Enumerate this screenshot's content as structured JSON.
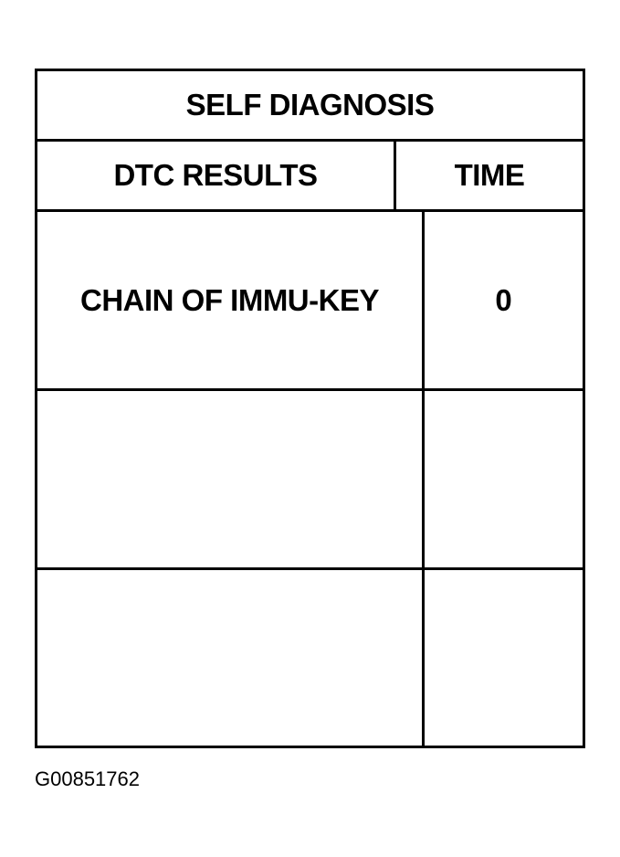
{
  "screen": {
    "title": "SELF DIAGNOSIS",
    "columns": {
      "results": "DTC RESULTS",
      "time": "TIME"
    },
    "rows": [
      {
        "result": "CHAIN OF IMMU-KEY",
        "time": "0"
      },
      {
        "result": "",
        "time": ""
      },
      {
        "result": "",
        "time": ""
      }
    ]
  },
  "figure_id": "G00851762"
}
